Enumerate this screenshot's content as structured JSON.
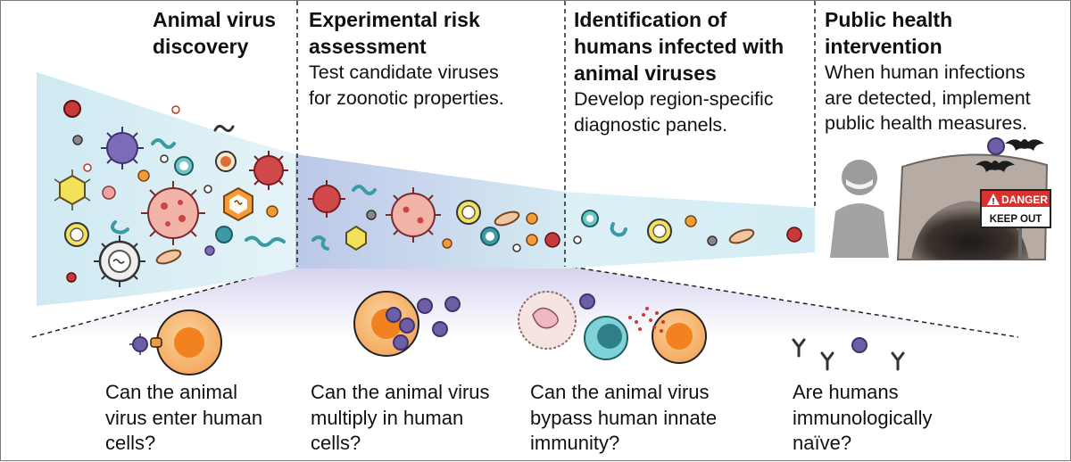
{
  "stages": [
    {
      "title": "Animal virus\ndiscovery",
      "description": ""
    },
    {
      "title": "Experimental risk\nassessment",
      "description": "Test candidate viruses\nfor zoonotic properties."
    },
    {
      "title": "Identification of\nhumans infected with\nanimal viruses",
      "description": "Develop region-specific\ndiagnostic panels."
    },
    {
      "title": "Public health\nintervention",
      "description": "When human infections\nare detected, implement\npublic health measures."
    }
  ],
  "questions": [
    "Can the animal\nvirus enter human\ncells?",
    "Can the animal virus\nmultiply in human\ncells?",
    "Can the animal virus\nbypass human innate\nimmunity?",
    "Are humans\nimmunologically\nnaïve?"
  ],
  "sign": {
    "danger": "DANGER",
    "warning_mark": "!",
    "keep_out": "KEEP OUT"
  },
  "colors": {
    "funnel_start": "#c9e7f1",
    "funnel_end": "#d6eef4",
    "funnel_band": "#b9c6e6",
    "lower_band": "#d9d6ee",
    "cell_orange": "#f6b26b",
    "nucleus_orange": "#f2821f",
    "virus_purple": "#6d5ea6",
    "virus_red": "#c83a3a",
    "virus_yellow": "#f3e259",
    "virus_teal": "#3c9aa4",
    "sign_red": "#d8322f"
  }
}
